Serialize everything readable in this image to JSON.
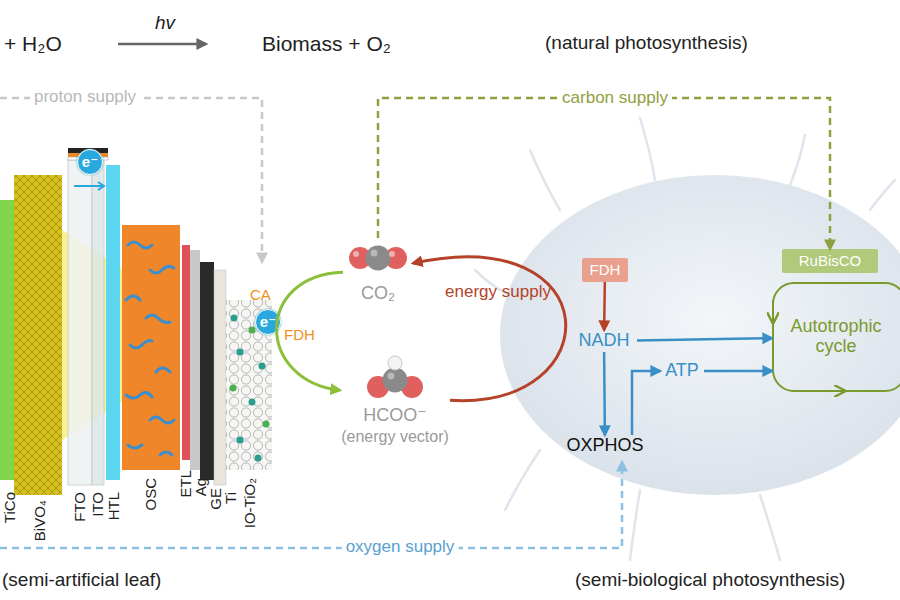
{
  "diagram": {
    "nodes": [
      {
        "text": [
          "e⁻"
        ]
      },
      {
        "text": [
          "e⁻"
        ]
      },
      {
        "text": [
          "CO₂"
        ]
      },
      {
        "text": [
          "HCOO⁻",
          "(energy vector)"
        ]
      },
      {
        "text": [
          "FDH"
        ]
      },
      {
        "text": [
          "NADH"
        ]
      },
      {
        "text": [
          "ATP"
        ]
      },
      {
        "text": [
          "OXPHOS"
        ]
      },
      {
        "text": [
          "RuBisCO"
        ]
      },
      {
        "text": [
          "Autotrophic cycle"
        ]
      }
    ],
    "edges": [
      {
        "from": 2,
        "to": 3,
        "arrow": "to"
      },
      {
        "from": 3,
        "to": 2,
        "label": "energy supply",
        "arrow": "to"
      },
      {
        "from": 4,
        "to": 5,
        "arrow": "to"
      },
      {
        "from": 5,
        "to": 9,
        "arrow": "to"
      },
      {
        "from": 5,
        "to": 7,
        "arrow": "to"
      },
      {
        "from": 7,
        "to": 6,
        "arrow": "to"
      },
      {
        "from": 6,
        "to": 9,
        "arrow": "to"
      },
      {
        "from": 2,
        "to": 8,
        "label": "carbon supply",
        "arrow": "to"
      }
    ],
    "labels": [
      "+ H₂O",
      "hv",
      "Biomass + O₂",
      "(natural photosynthesis)",
      "proton supply",
      "oxygen supply",
      "CA",
      "FDH",
      "TiCo",
      "BiVO₄",
      "FTO",
      "ITO",
      "HTL",
      "OSC",
      "ETL",
      "Ag",
      "GE",
      "Ti",
      "IO-TiO₂",
      "(semi-artificial leaf)",
      "(semi-biological photosynthesis)"
    ]
  }
}
